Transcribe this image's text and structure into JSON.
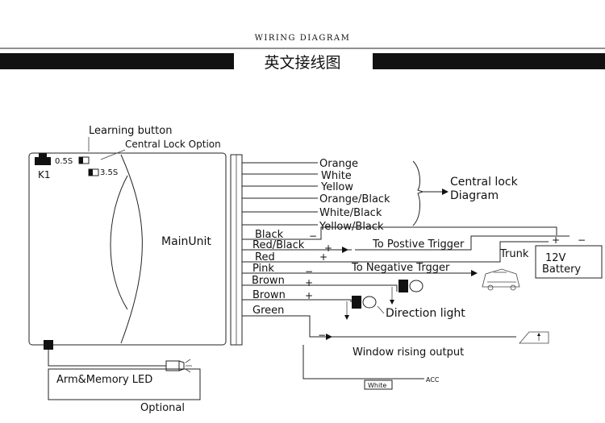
{
  "header": {
    "title": "WIRING DIAGRAM",
    "subtitle_cn": "英文接线图"
  },
  "main_unit": {
    "label": "MainUnit",
    "learning_button": "Learning button",
    "central_lock_option": "Central Lock Option",
    "k1": "K1",
    "opt_05s": "0.5S",
    "opt_35s": "3.5S"
  },
  "wires": {
    "orange": "Orange",
    "white": "White",
    "yellow": "Yellow",
    "orange_black": "Orange/Black",
    "white_black": "White/Black",
    "yellow_black": "Yellow/Black",
    "black": "Black",
    "red_black": "Red/Black",
    "red": "Red",
    "pink": "Pink",
    "brown1": "Brown",
    "brown2": "Brown",
    "green": "Green"
  },
  "targets": {
    "central_lock_diagram_1": "Central lock",
    "central_lock_diagram_2": "Diagram",
    "positive_trigger": "To Postive Trigger",
    "negative_trigger": "To Negative Trgger",
    "trunk": "Trunk",
    "battery_v": "12V",
    "battery_label": "Battery",
    "direction_light": "Direction light",
    "window_output": "Window rising output",
    "acc": "ACC",
    "white_tag": "White"
  },
  "led": {
    "label": "Arm&Memory LED",
    "optional": "Optional"
  },
  "symbols": {
    "plus": "+",
    "minus": "−"
  }
}
